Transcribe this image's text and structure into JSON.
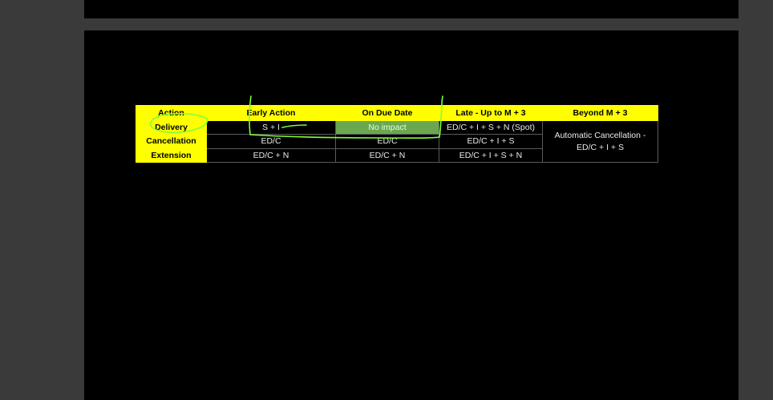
{
  "table": {
    "headers": [
      "Action",
      "Early Action",
      "On Due Date",
      "Late - Up to M + 3",
      "Beyond M + 3"
    ],
    "rows": [
      {
        "label": "Delivery",
        "early": "S + I",
        "due": "No impact",
        "late": "ED/C + I + S + N (Spot)"
      },
      {
        "label": "Cancellation",
        "early": "ED/C",
        "due": "ED/C",
        "late": "ED/C + I + S"
      },
      {
        "label": "Extension",
        "early": "ED/C + N",
        "due": "ED/C + N",
        "late": "ED/C + I + S + N"
      }
    ],
    "beyond_merged_line1": "Automatic Cancellation -",
    "beyond_merged_line2": "ED/C + I + S"
  },
  "colors": {
    "header_bg": "#ffff00",
    "no_impact_bg": "#6aa84f",
    "annotation_ink": "#7fff3a"
  }
}
